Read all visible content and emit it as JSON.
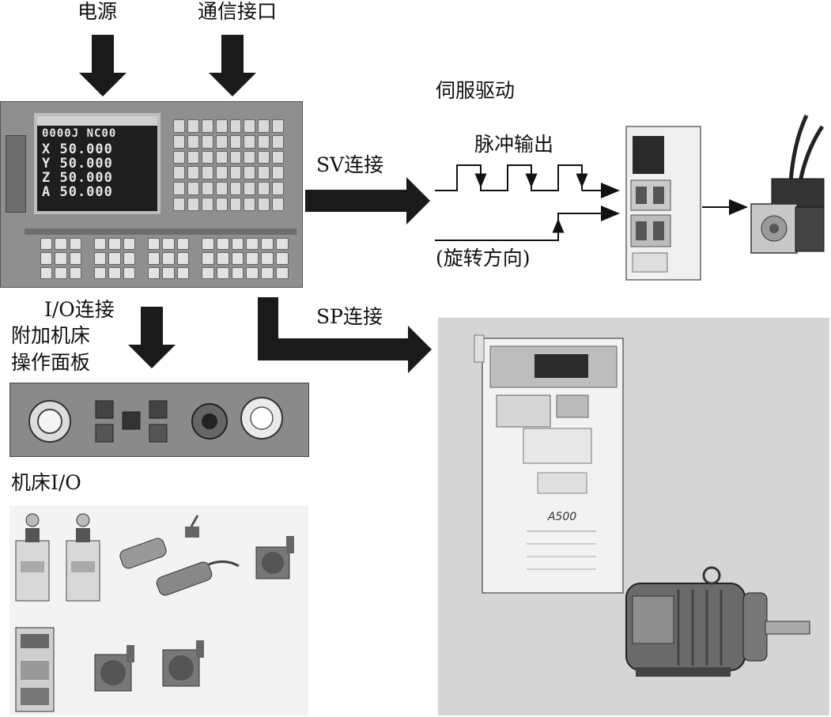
{
  "labels": {
    "power": "电源",
    "comm_interface": "通信接口",
    "servo_drive": "伺服驱动",
    "pulse_output": "脉冲输出",
    "sv_connection": "SV连接",
    "rotation_direction": "(旋转方向)",
    "io_connection": "I/O连接",
    "extra_panel_line1": "附加机床",
    "extra_panel_line2": "操作面板",
    "sp_connection": "SP连接",
    "machine_io": "机床I/O"
  },
  "cnc_screen": {
    "rows": [
      "0000J NC00",
      "X  50.000",
      "Y  50.000",
      "Z  50.000",
      "A  50.000"
    ]
  },
  "inverter": {
    "model": "A500"
  },
  "colors": {
    "arrow": "#1a1a1a",
    "device_panel": "#8f8f8f",
    "inverter_background": "#d5d5d5"
  }
}
